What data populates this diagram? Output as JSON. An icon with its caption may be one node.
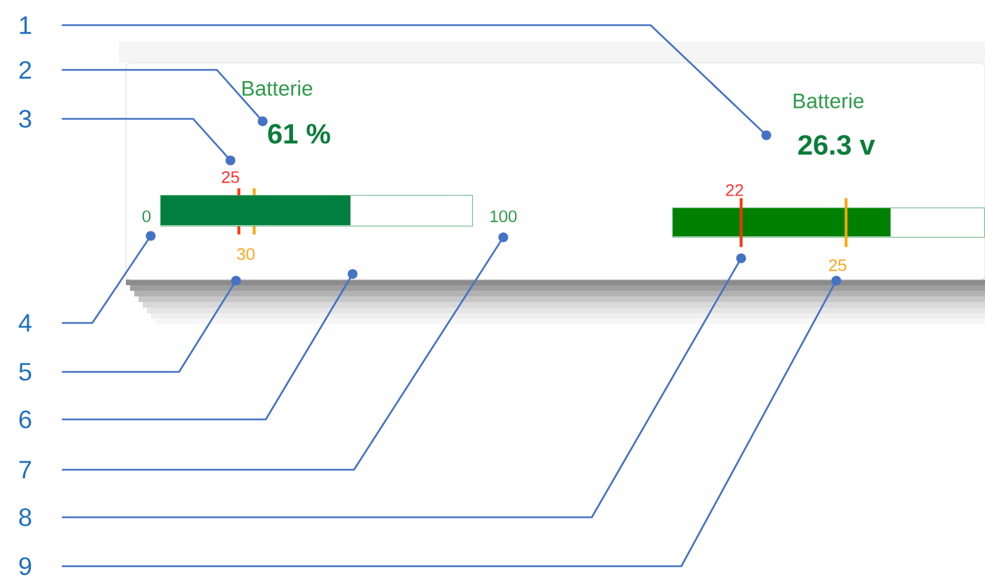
{
  "diagram": {
    "nodes": [
      {
        "text": [
          "1"
        ]
      },
      {
        "text": [
          "2"
        ]
      },
      {
        "text": [
          "3"
        ]
      },
      {
        "text": [
          "4"
        ]
      },
      {
        "text": [
          "5"
        ]
      },
      {
        "text": [
          "6"
        ]
      },
      {
        "text": [
          "7"
        ]
      },
      {
        "text": [
          "8"
        ]
      },
      {
        "text": [
          "9"
        ]
      },
      {
        "text": [],
        "shape": "box"
      },
      {
        "text": [
          "61 %"
        ],
        "in": 9
      },
      {
        "text": [
          "26.3 v"
        ],
        "in": 9
      },
      {
        "text": [
          "25"
        ],
        "in": 9
      },
      {
        "text": [],
        "shape": "bar",
        "in": 9
      },
      {
        "text": [],
        "shape": "bar",
        "in": 9
      },
      {
        "text": [],
        "shape": "bar",
        "in": 9
      },
      {
        "text": [
          "0"
        ],
        "in": 9
      },
      {
        "text": [
          "100"
        ],
        "in": 9
      },
      {
        "text": [],
        "shape": "bar",
        "in": 9
      },
      {
        "text": [],
        "shape": "bar",
        "in": 9
      },
      {
        "text": [],
        "shape": "bar",
        "in": 9
      },
      {
        "text": [
          "30"
        ],
        "in": 9
      },
      {
        "text": [
          "25"
        ],
        "in": 9
      }
    ],
    "edges": [
      {
        "from": 0,
        "to": 11,
        "arrow": "other"
      },
      {
        "from": 1,
        "to": 10,
        "arrow": "other"
      },
      {
        "from": 2,
        "to": 12,
        "arrow": "other"
      },
      {
        "from": 3,
        "to": 16,
        "arrow": "other"
      },
      {
        "from": 4,
        "to": 21,
        "arrow": "other"
      },
      {
        "from": 5,
        "to": 9,
        "arrow": "other"
      },
      {
        "from": 6,
        "to": 17,
        "arrow": "other"
      },
      {
        "from": 7,
        "to": 19,
        "arrow": "other"
      },
      {
        "from": 8,
        "to": 22,
        "arrow": "other"
      }
    ],
    "labels": [
      "Batterie",
      "Batterie",
      "22"
    ]
  }
}
